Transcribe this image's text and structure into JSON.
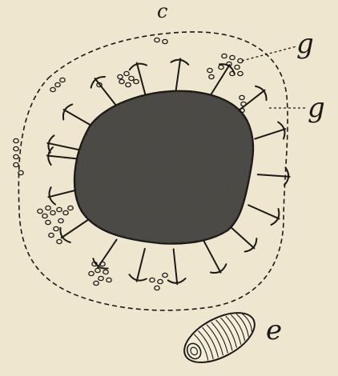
{
  "figure": {
    "background": "#efe6cf",
    "ink": "#1b1a17",
    "labels": {
      "outer_membrane": "c",
      "granule_cluster_upper": "g",
      "granule_cluster_lower": "g",
      "egg": "e"
    }
  }
}
